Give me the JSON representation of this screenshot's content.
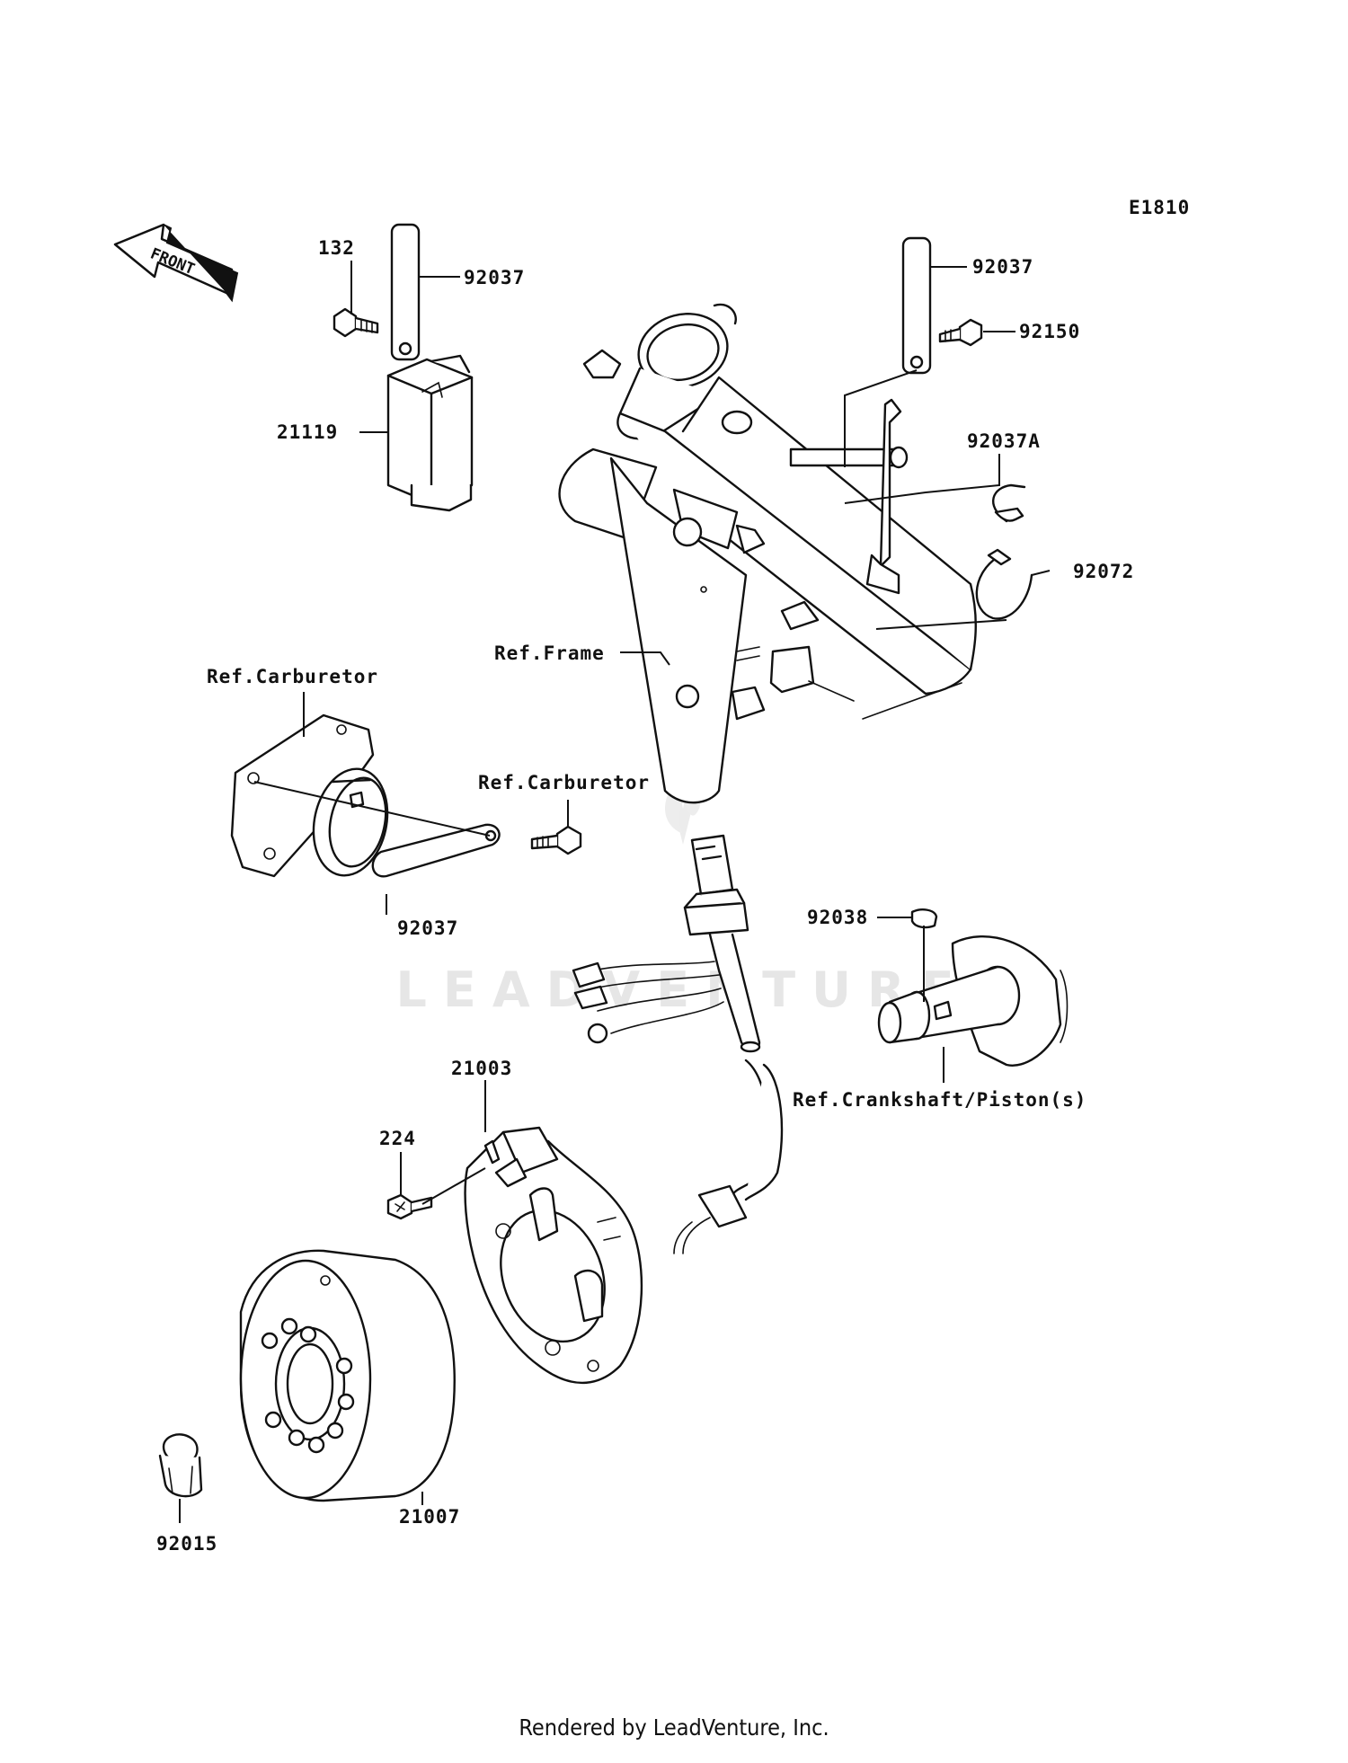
{
  "diagram_code": "E1810",
  "front_arrow": "FRONT",
  "watermark": "LEADVENTURE",
  "footer": "Rendered by LeadVenture, Inc.",
  "labels": {
    "p132": "132",
    "p92037_a": "92037",
    "p21119": "21119",
    "p92037_b": "92037",
    "p92150": "92150",
    "p92037A": "92037A",
    "p92072": "92072",
    "ref_frame": "Ref.Frame",
    "ref_carb_1": "Ref.Carburetor",
    "ref_carb_2": "Ref.Carburetor",
    "p92037_c": "92037",
    "p92038": "92038",
    "ref_crank": "Ref.Crankshaft/Piston(s)",
    "p21003": "21003",
    "p224": "224",
    "p21007": "21007",
    "p92015": "92015"
  }
}
